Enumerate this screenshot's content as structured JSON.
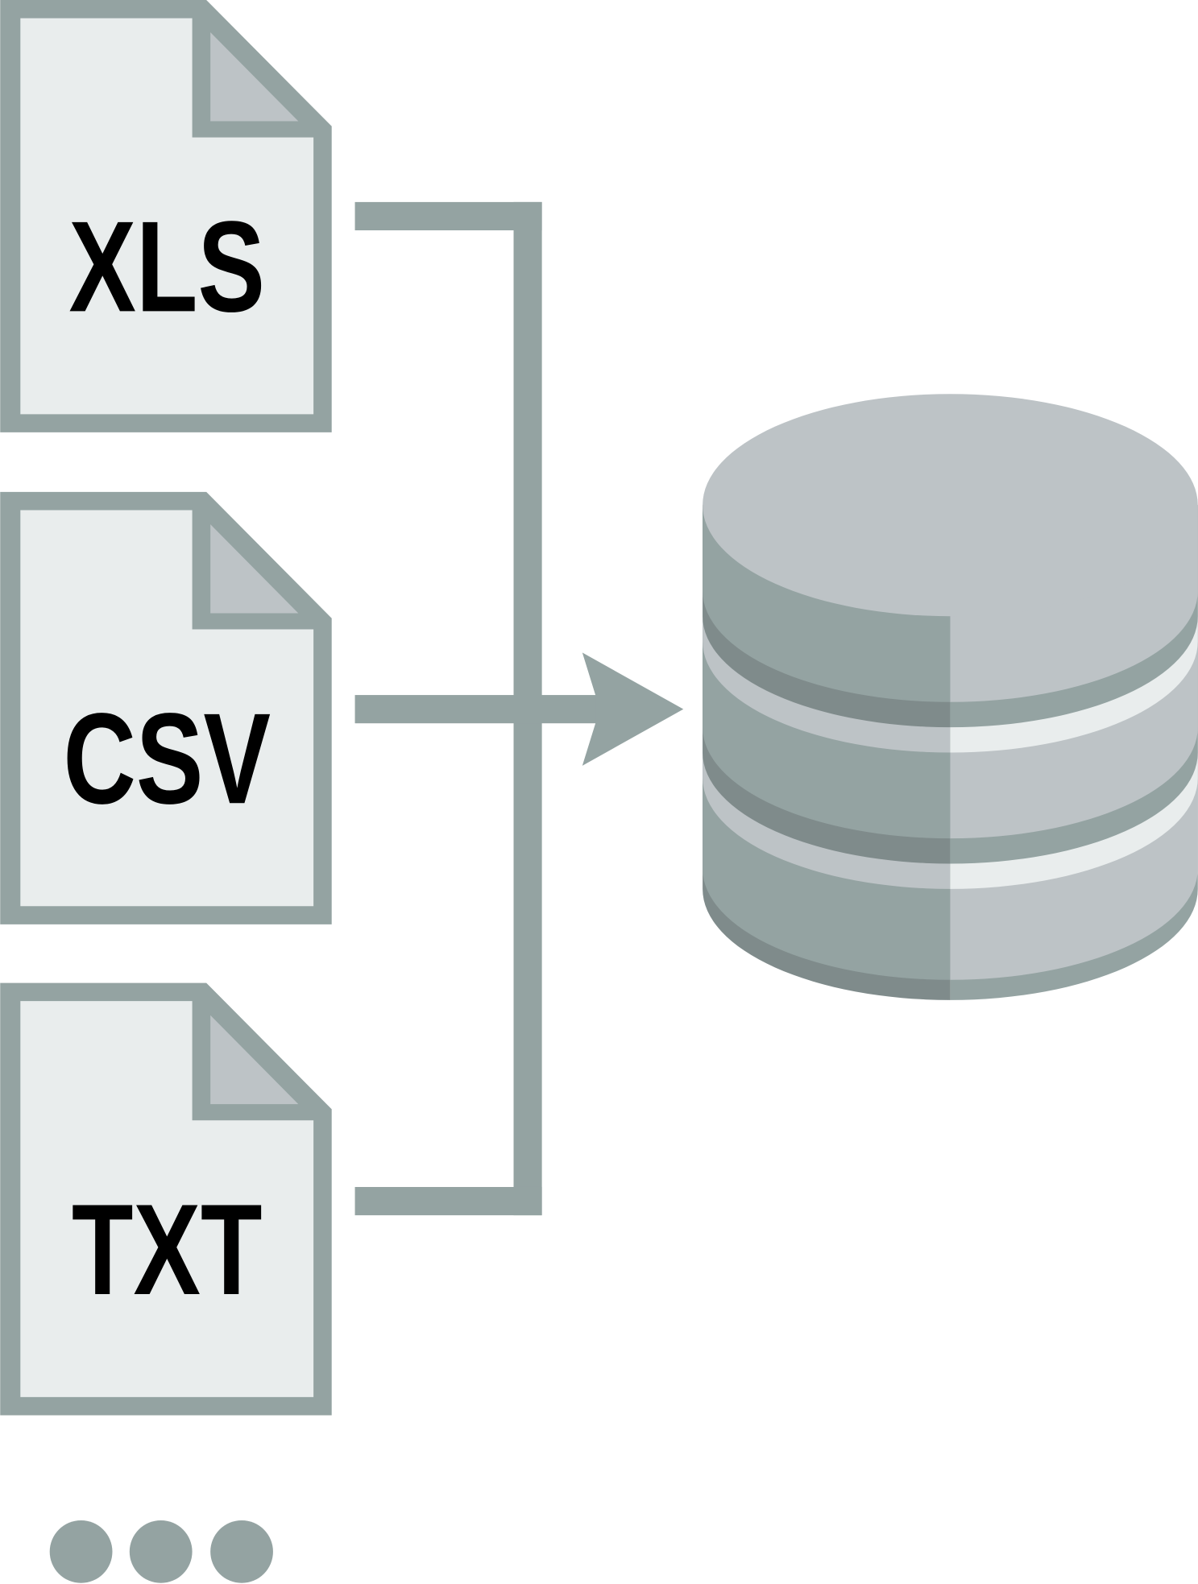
{
  "files": [
    {
      "label": "XLS"
    },
    {
      "label": "CSV"
    },
    {
      "label": "TXT"
    }
  ],
  "more_indicator": "ellipsis",
  "target": "database-icon",
  "colors": {
    "frame": "#94a3a2",
    "page": "#e9eded",
    "fold": "#bdc3c6",
    "db_dark": "#7f8b8b",
    "db_mid": "#94a3a2",
    "db_light": "#bdc3c6",
    "db_highlight": "#e9eded"
  }
}
